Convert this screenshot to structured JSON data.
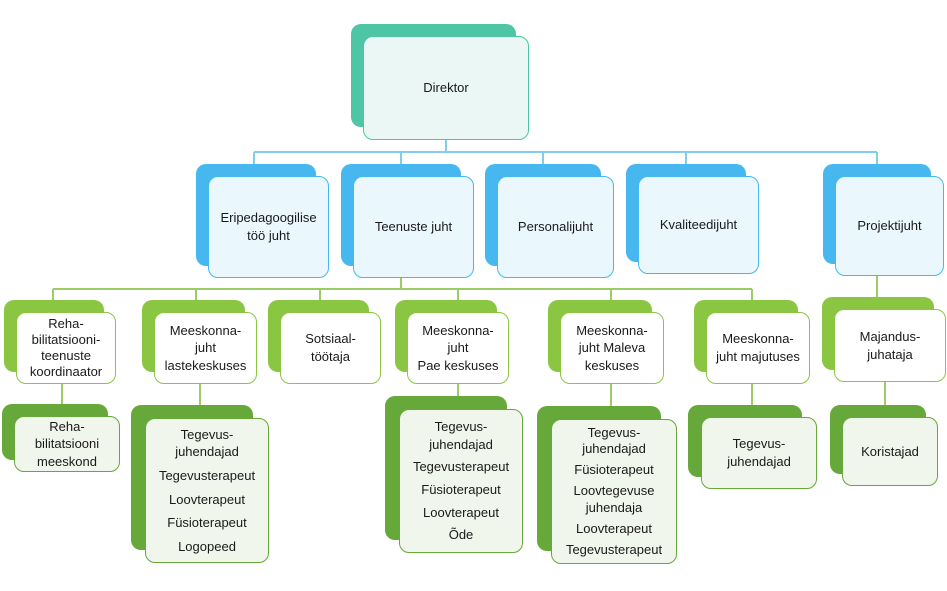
{
  "director": {
    "label": "Direktor"
  },
  "level2": [
    {
      "id": "eripedagoogiline",
      "label": "Eripedagoogilise\ntöö juht"
    },
    {
      "id": "teenuste",
      "label": "Teenuste juht"
    },
    {
      "id": "personal",
      "label": "Personalijuht"
    },
    {
      "id": "kvaliteet",
      "label": "Kvaliteedijuht"
    },
    {
      "id": "projekt",
      "label": "Projektijuht"
    }
  ],
  "level3": [
    {
      "id": "reha-koordinaator",
      "label": "Reha-\nbilitatsiooni-\nteenuste\nkoordinaator"
    },
    {
      "id": "lastekeskus",
      "label": "Meeskonna-\njuht\nlastekeskuses"
    },
    {
      "id": "sotsiaal",
      "label": "Sotsiaal-\ntöötaja"
    },
    {
      "id": "pae",
      "label": "Meeskonna-\njuht\nPae keskuses"
    },
    {
      "id": "maleva",
      "label": "Meeskonna-\njuht Maleva\nkeskuses"
    },
    {
      "id": "majutus",
      "label": "Meeskonna-\njuht majutuses"
    },
    {
      "id": "majandus",
      "label": "Majandus-\njuhataja"
    }
  ],
  "level4": [
    {
      "id": "reha-meeskond",
      "items": [
        "Reha-\nbilitatsiooni\nmeeskond"
      ]
    },
    {
      "id": "lastekeskus-team",
      "items": [
        "Tegevus-\njuhendajad",
        "Tegevusterapeut",
        "Loovterapeut",
        "Füsioterapeut",
        "Logopeed"
      ]
    },
    {
      "id": "pae-team",
      "items": [
        "Tegevus-\njuhendajad",
        "Tegevusterapeut",
        "Füsioterapeut",
        "Loovterapeut",
        "Õde"
      ]
    },
    {
      "id": "maleva-team",
      "items": [
        "Tegevus-\njuhendajad",
        "Füsioterapeut",
        "Loovtegevuse\njuhendaja",
        "Loovterapeut",
        "Tegevusterapeut"
      ]
    },
    {
      "id": "majutus-team",
      "items": [
        "Tegevus-\njuhendajad"
      ]
    },
    {
      "id": "koristajad",
      "items": [
        "Koristajad"
      ]
    }
  ],
  "colors": {
    "teal": "#4ec5a4",
    "blue": "#46b8ef",
    "green": "#8bc643",
    "darkgreen": "#66a83a",
    "connector_blue": "#7fcdf0",
    "connector_green": "#9ccc65"
  }
}
